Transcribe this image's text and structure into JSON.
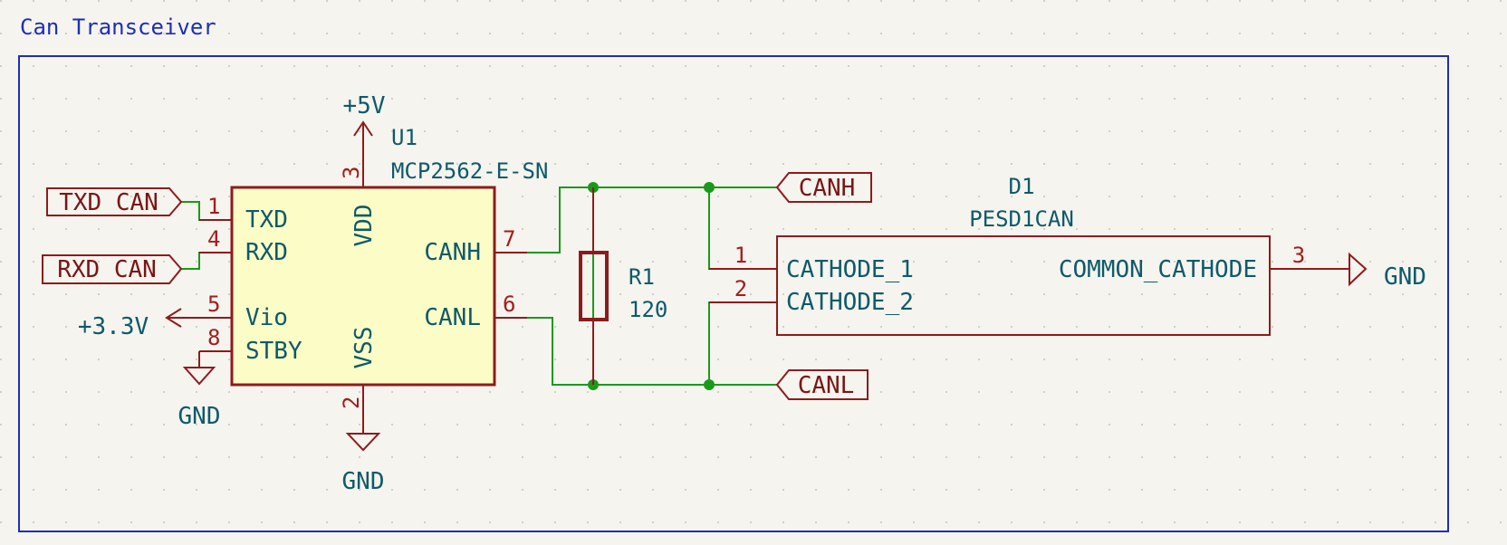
{
  "sheet": {
    "title": "Can Transceiver"
  },
  "u1": {
    "reference": "U1",
    "value": "MCP2562-E-SN",
    "pins": {
      "txd": {
        "number": "1",
        "name": "TXD"
      },
      "rxd": {
        "number": "4",
        "name": "RXD"
      },
      "vio": {
        "number": "5",
        "name": "Vio"
      },
      "stby": {
        "number": "8",
        "name": "STBY"
      },
      "vdd": {
        "number": "3",
        "name": "VDD"
      },
      "vss": {
        "number": "2",
        "name": "VSS"
      },
      "canh": {
        "number": "7",
        "name": "CANH"
      },
      "canl": {
        "number": "6",
        "name": "CANL"
      }
    }
  },
  "r1": {
    "reference": "R1",
    "value": "120"
  },
  "d1": {
    "reference": "D1",
    "value": "PESD1CAN",
    "pins": {
      "cathode1": {
        "number": "1",
        "name": "CATHODE_1"
      },
      "cathode2": {
        "number": "2",
        "name": "CATHODE_2"
      },
      "common": {
        "number": "3",
        "name": "COMMON_CATHODE"
      }
    }
  },
  "labels": {
    "txd_can": "TXD CAN",
    "rxd_can": "RXD CAN",
    "canh": "CANH",
    "canl": "CANL"
  },
  "power": {
    "p5v": "+5V",
    "p3v3": "+3.3V",
    "gnd_stby": "GND",
    "gnd_vss": "GND",
    "gnd_d1": "GND"
  },
  "colors": {
    "wire": "#1a9a1a",
    "symbol": "#8e1b1b",
    "ic_fill": "#fcfcc6",
    "sheet_border": "#1d2fb6"
  }
}
